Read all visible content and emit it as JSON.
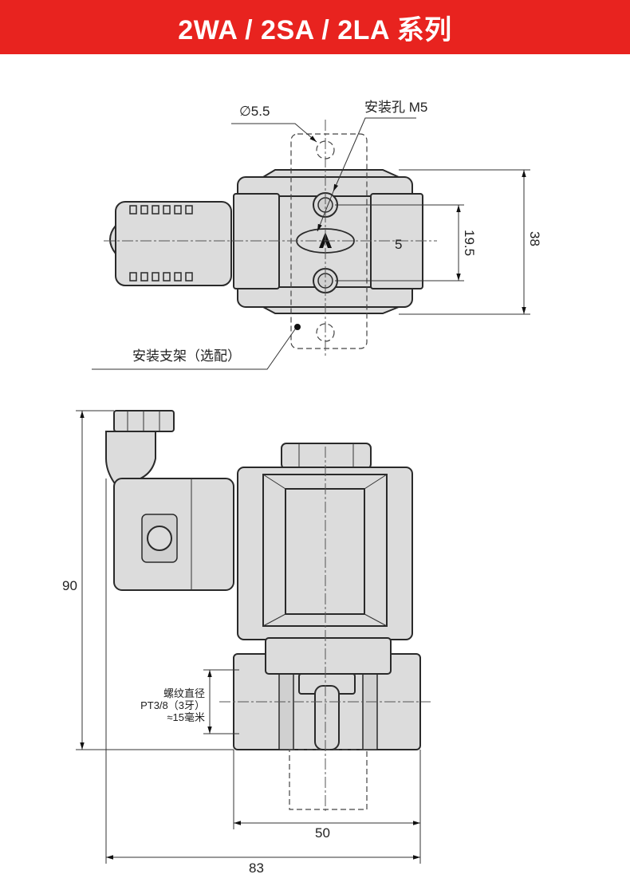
{
  "header": {
    "title": "2WA / 2SA / 2LA 系列",
    "background": "#e8231f"
  },
  "top_view": {
    "hole_diameter_label": "∅5.5",
    "mount_hole_label": "安装孔 M5",
    "dim_inner": "5",
    "dim_hole_spacing": "19.5",
    "dim_width": "38",
    "bracket_label": "安装支架（选配）"
  },
  "front_view": {
    "dim_height": "90",
    "thread_label": [
      "螺纹直径",
      "PT3/8（3牙）",
      "≈15毫米"
    ],
    "dim_body_width": "50",
    "dim_total_width": "83"
  }
}
